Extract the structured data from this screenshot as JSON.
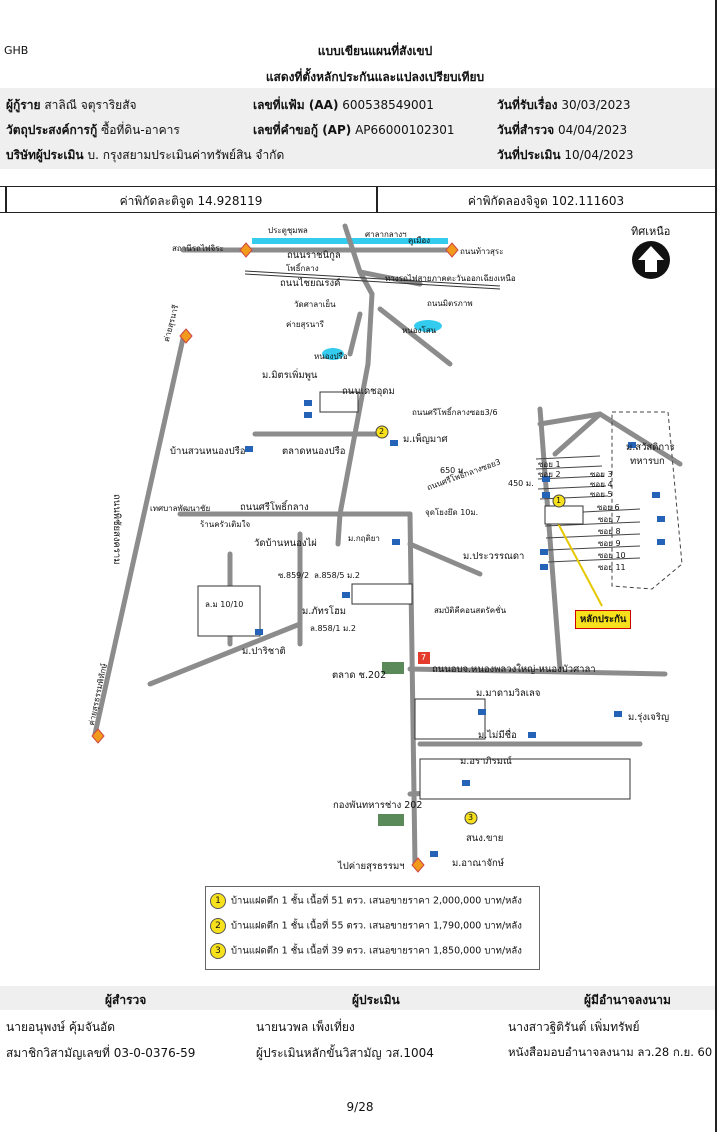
{
  "header": {
    "org": "GHB",
    "title1": "แบบเขียนแผนที่สังเขป",
    "title2": "แสดงที่ตั้งหลักประกันและแปลงเปรียบเทียบ"
  },
  "info": {
    "borrower_label": "ผู้กู้ราย",
    "borrower_value": "สาลิณี จตุราริยสัจ",
    "file_no_label": "เลขที่แฟ้ม (AA)",
    "file_no_value": "600538549001",
    "received_label": "วันที่รับเรื่อง",
    "received_value": "30/03/2023",
    "purpose_label": "วัตถุประสงค์การกู้",
    "purpose_value": "ซื้อที่ดิน-อาคาร",
    "request_no_label": "เลขที่คำขอกู้ (AP)",
    "request_no_value": "AP66000102301",
    "survey_label": "วันที่สำรวจ",
    "survey_value": "04/04/2023",
    "company_label": "บริษัทผู้ประเมิน",
    "company_value": "บ. กรุงสยามประเมินค่าทรัพย์สิน จำกัด",
    "appraise_label": "วันที่ประเมิน",
    "appraise_value": "10/04/2023"
  },
  "coords": {
    "lat": "ค่าพิกัดละติจูด 14.928119",
    "lon": "ค่าพิกัดลองจิจูด 102.111603"
  },
  "map": {
    "north": "ทิศเหนือ",
    "labels": {
      "gate": "ประตูชุมพล",
      "moat": "คูเมือง",
      "fort": "ศาลากลางฯ",
      "station": "สถานีรถไฟจิระ",
      "bus": "ถนนท้าวสุระ",
      "rd_rachanikul": "ถนนราชนิกูล",
      "bridge": "โพธิ์กลาง",
      "rail": "ทางรถไฟสายภาคตะวันออกเฉียงเหนือ",
      "rd_chai": "ถนนไชยณรงค์",
      "rd_mitra": "ถนนมิตรภาพ",
      "wat": "วัดศาลาเย็น",
      "camp": "ค่ายสุรนารี",
      "pond": "หนองโสน",
      "pond2": "หนองปรือ",
      "camp_left": "ค่ายสุรนารี",
      "mitr": "ม.มิตรเพิ่มพูน",
      "rd_det": "ถนนเดชอุดม",
      "rd_sri_soi": "ถนนศรีโพธิ์กลางซอย3/6",
      "rd_sri_soi2": "ถนนศรีโพธิ์กลางซอย3",
      "dist650": "650 ม.",
      "dist450": "450 ม.",
      "sawat": "ม.สวัสดิการ",
      "sawat2": "ทหารบก",
      "pheung": "ม.เพ็ญมาศ",
      "suan": "บ้านสวนหนองปรือ",
      "market": "ตลาดหนองปรือ",
      "soi1": "ซอย 1",
      "soi2": "ซอย 2",
      "soi3": "ซอย 3",
      "soi4": "ซอย 4",
      "soi5": "ซอย 5",
      "soi6": "ซอย 6",
      "soi7": "ซอย 7",
      "soi8": "ซอย 8",
      "soi9": "ซอย 9",
      "soi10": "ซอย 10",
      "soi11": "ซอย 11",
      "rd_srilang": "ถนนศรีโพธิ์กลาง",
      "school": "เทศบาลพัฒนาชัย",
      "restaurant": "ร้านครัวเติมใจ",
      "wat2": "วัดบ้านหนองไผ่",
      "kritiya": "ม.กฤติยา",
      "point": "จุดโยงยึด 10ม.",
      "pracha": "ม.ประวรรณดา",
      "rd_phi": "ถนนพิชัยสงคราม",
      "soi_858": "ล.858/5 ม.2",
      "soi_8592": "ซ.859/2",
      "soi_1010": "ล.ม 10/10",
      "phat": "ม.ภัทรโฮม",
      "soi_8581": "ล.858/1 ม.2",
      "sombat": "สมบัติคีคอนสตรัคชั่น",
      "collateral": "หลักประกัน",
      "pari": "ม.ปาริชาติ",
      "rd_nong": "ถนนอบจ.หนองพลวงใหญ่-หนองบัวศาลา",
      "market202": "ตลาด ช.202",
      "madam": "ม.มาดามวิลเลจ",
      "rung": "ม.รุ่งเจริญ",
      "maimi": "ม.ไม่มีชื่อ",
      "arap": "ม.อราภิรมณ์",
      "camp_left2": "ค่ายสุรธรรมพิทักษ์",
      "rd_sura": "ค่ายสุรนารี",
      "kong": "กองพันทหารช่าง 202",
      "sale": "สนง.ขาย",
      "arnat": "ม.อาณาจักษ์",
      "to_camp": "ไปค่ายสุรธรรมฯ"
    },
    "marker1": "1",
    "marker2": "2",
    "marker3": "3",
    "seven": "7"
  },
  "legend": [
    {
      "num": "1",
      "text": "บ้านแฝดตึก 1 ชั้น เนื้อที่ 51 ตรว. เสนอขายราคา 2,000,000 บาท/หลัง"
    },
    {
      "num": "2",
      "text": "บ้านแฝดตึก 1 ชั้น เนื้อที่ 55 ตรว. เสนอขายราคา 1,790,000 บาท/หลัง"
    },
    {
      "num": "3",
      "text": "บ้านแฝดตึก 1 ชั้น เนื้อที่ 39 ตรว. เสนอขายราคา 1,850,000 บาท/หลัง"
    }
  ],
  "signatures": {
    "surveyor_title": "ผู้สำรวจ",
    "appraiser_title": "ผู้ประเมิน",
    "approver_title": "ผู้มีอำนาจลงนาม",
    "surveyor_name": "นายอนุพงษ์ คุ้มจันอัด",
    "appraiser_name": "นายนวพล เพ็งเที่ยง",
    "approver_name": "นางสาวฐิติรันต์ เพิ่มทรัพย์",
    "surveyor_id": "สมาชิกวิสามัญเลขที่ 03-0-0376-59",
    "appraiser_id": "ผู้ประเมินหลักขั้นวิสามัญ วส.1004",
    "approver_id": "หนังสือมอบอำนาจลงนาม ลว.28 ก.ย. 60"
  },
  "footer": {
    "page": "9/28"
  },
  "colors": {
    "road": "#8c8c8c",
    "water": "#33ccee",
    "collateral": "#f7e11c",
    "seven": "#e53b2c"
  }
}
